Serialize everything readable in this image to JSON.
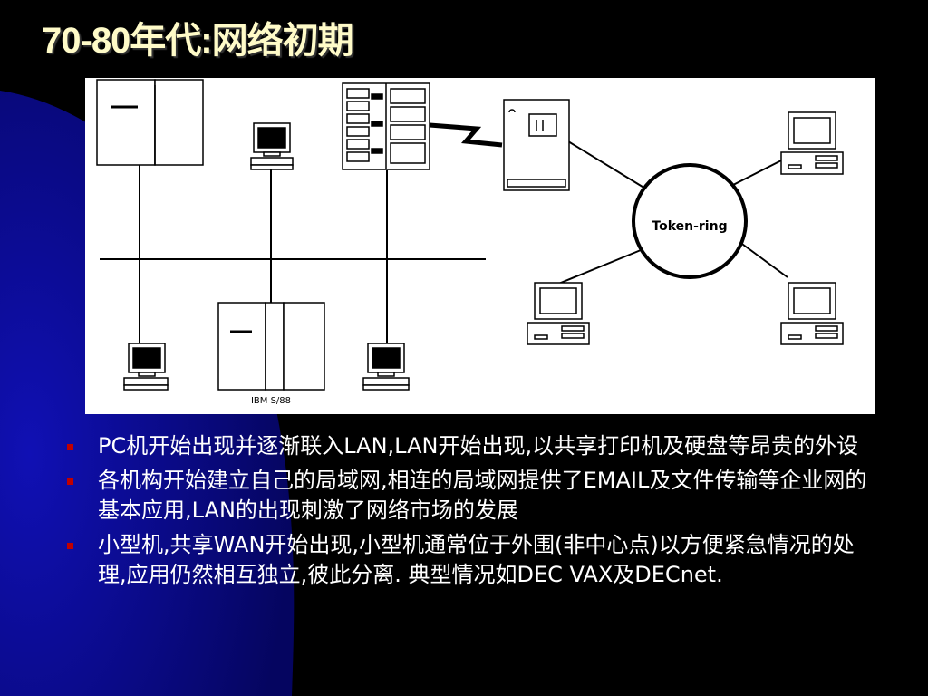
{
  "slide": {
    "title": "70-80年代:网络初期"
  },
  "colors": {
    "background": "#000000",
    "accent_band": "#0c0c96",
    "title": "#fffbc8",
    "bullet_marker": "#c00000",
    "text": "#ffffff"
  },
  "diagram": {
    "ring_label": "Token-ring",
    "mainframe_label": "IBM S/88"
  },
  "bullets": [
    {
      "icon": "square-bullet",
      "text": "PC机开始出现并逐渐联入LAN,LAN开始出现,以共享打印机及硬盘等昂贵的外设"
    },
    {
      "icon": "square-bullet",
      "text": "各机构开始建立自己的局域网,相连的局域网提供了EMAIL及文件传输等企业网的基本应用,LAN的出现刺激了网络市场的发展"
    },
    {
      "icon": "square-bullet",
      "text": "小型机,共享WAN开始出现,小型机通常位于外围(非中心点)以方便紧急情况的处理,应用仍然相互独立,彼此分离. 典型情况如DEC VAX及DECnet."
    }
  ]
}
